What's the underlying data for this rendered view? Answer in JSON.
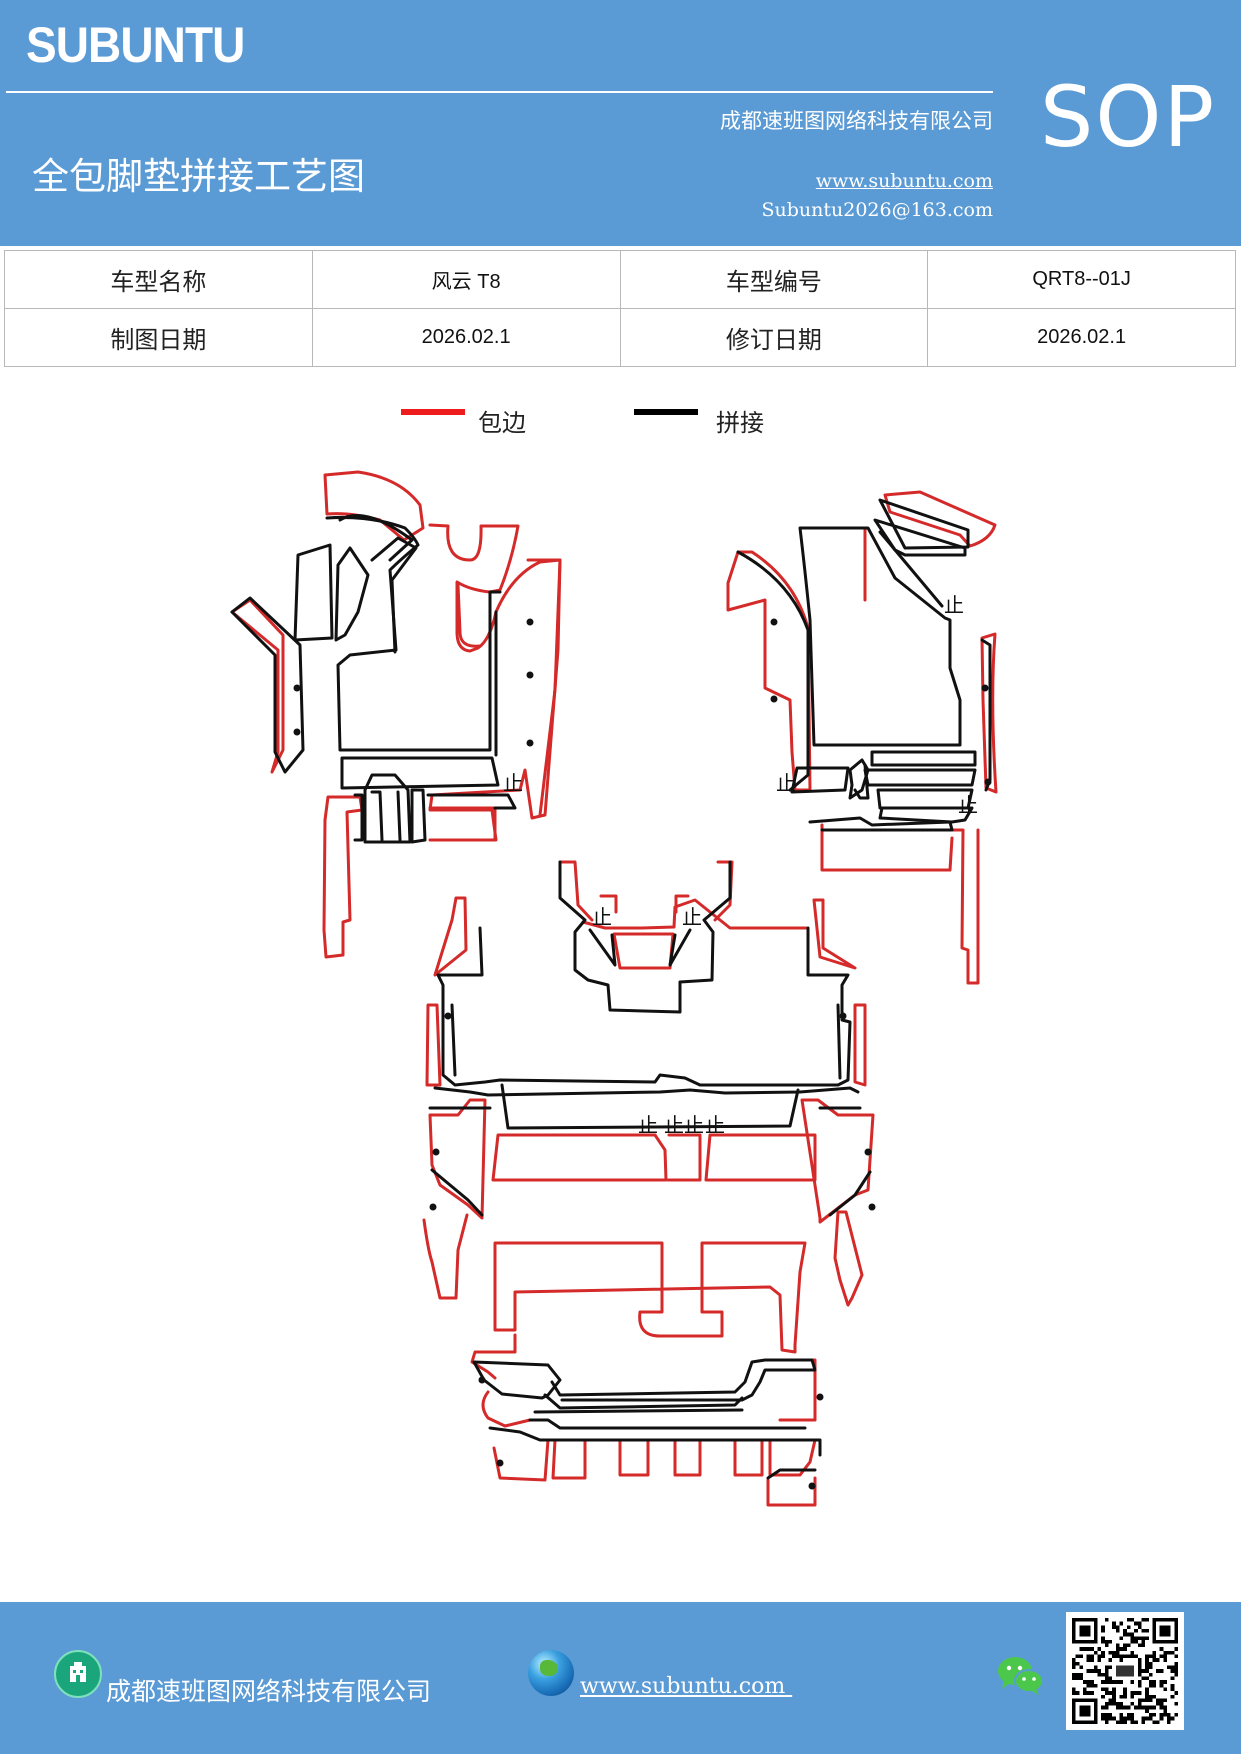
{
  "header": {
    "brand": "SUBUNTU",
    "company": "成都速班图网络科技有限公司",
    "title": "全包脚垫拼接工艺图",
    "website": "www.subuntu.com",
    "email": "Subuntu2026@163.com",
    "badge": "SOP"
  },
  "info": {
    "model_name_label": "车型名称",
    "model_name_value": "风云 T8",
    "model_code_label": "车型编号",
    "model_code_value": "QRT8--01J",
    "draw_date_label": "制图日期",
    "draw_date_value": "2026.02.1",
    "revise_date_label": "修订日期",
    "revise_date_value": "2026.02.1"
  },
  "legend": {
    "edge_label": "包边",
    "edge_color": "#ee1c1c",
    "splice_label": "拼接",
    "splice_color": "#000000"
  },
  "diagram": {
    "stop_mark": "止"
  },
  "footer": {
    "company": "成都速班图网络科技有限公司",
    "website": "www.subuntu.com ",
    "company_icon": "building-icon",
    "web_icon": "globe-icon",
    "chat_icon": "wechat-icon",
    "qr_icon": "qr-code"
  }
}
